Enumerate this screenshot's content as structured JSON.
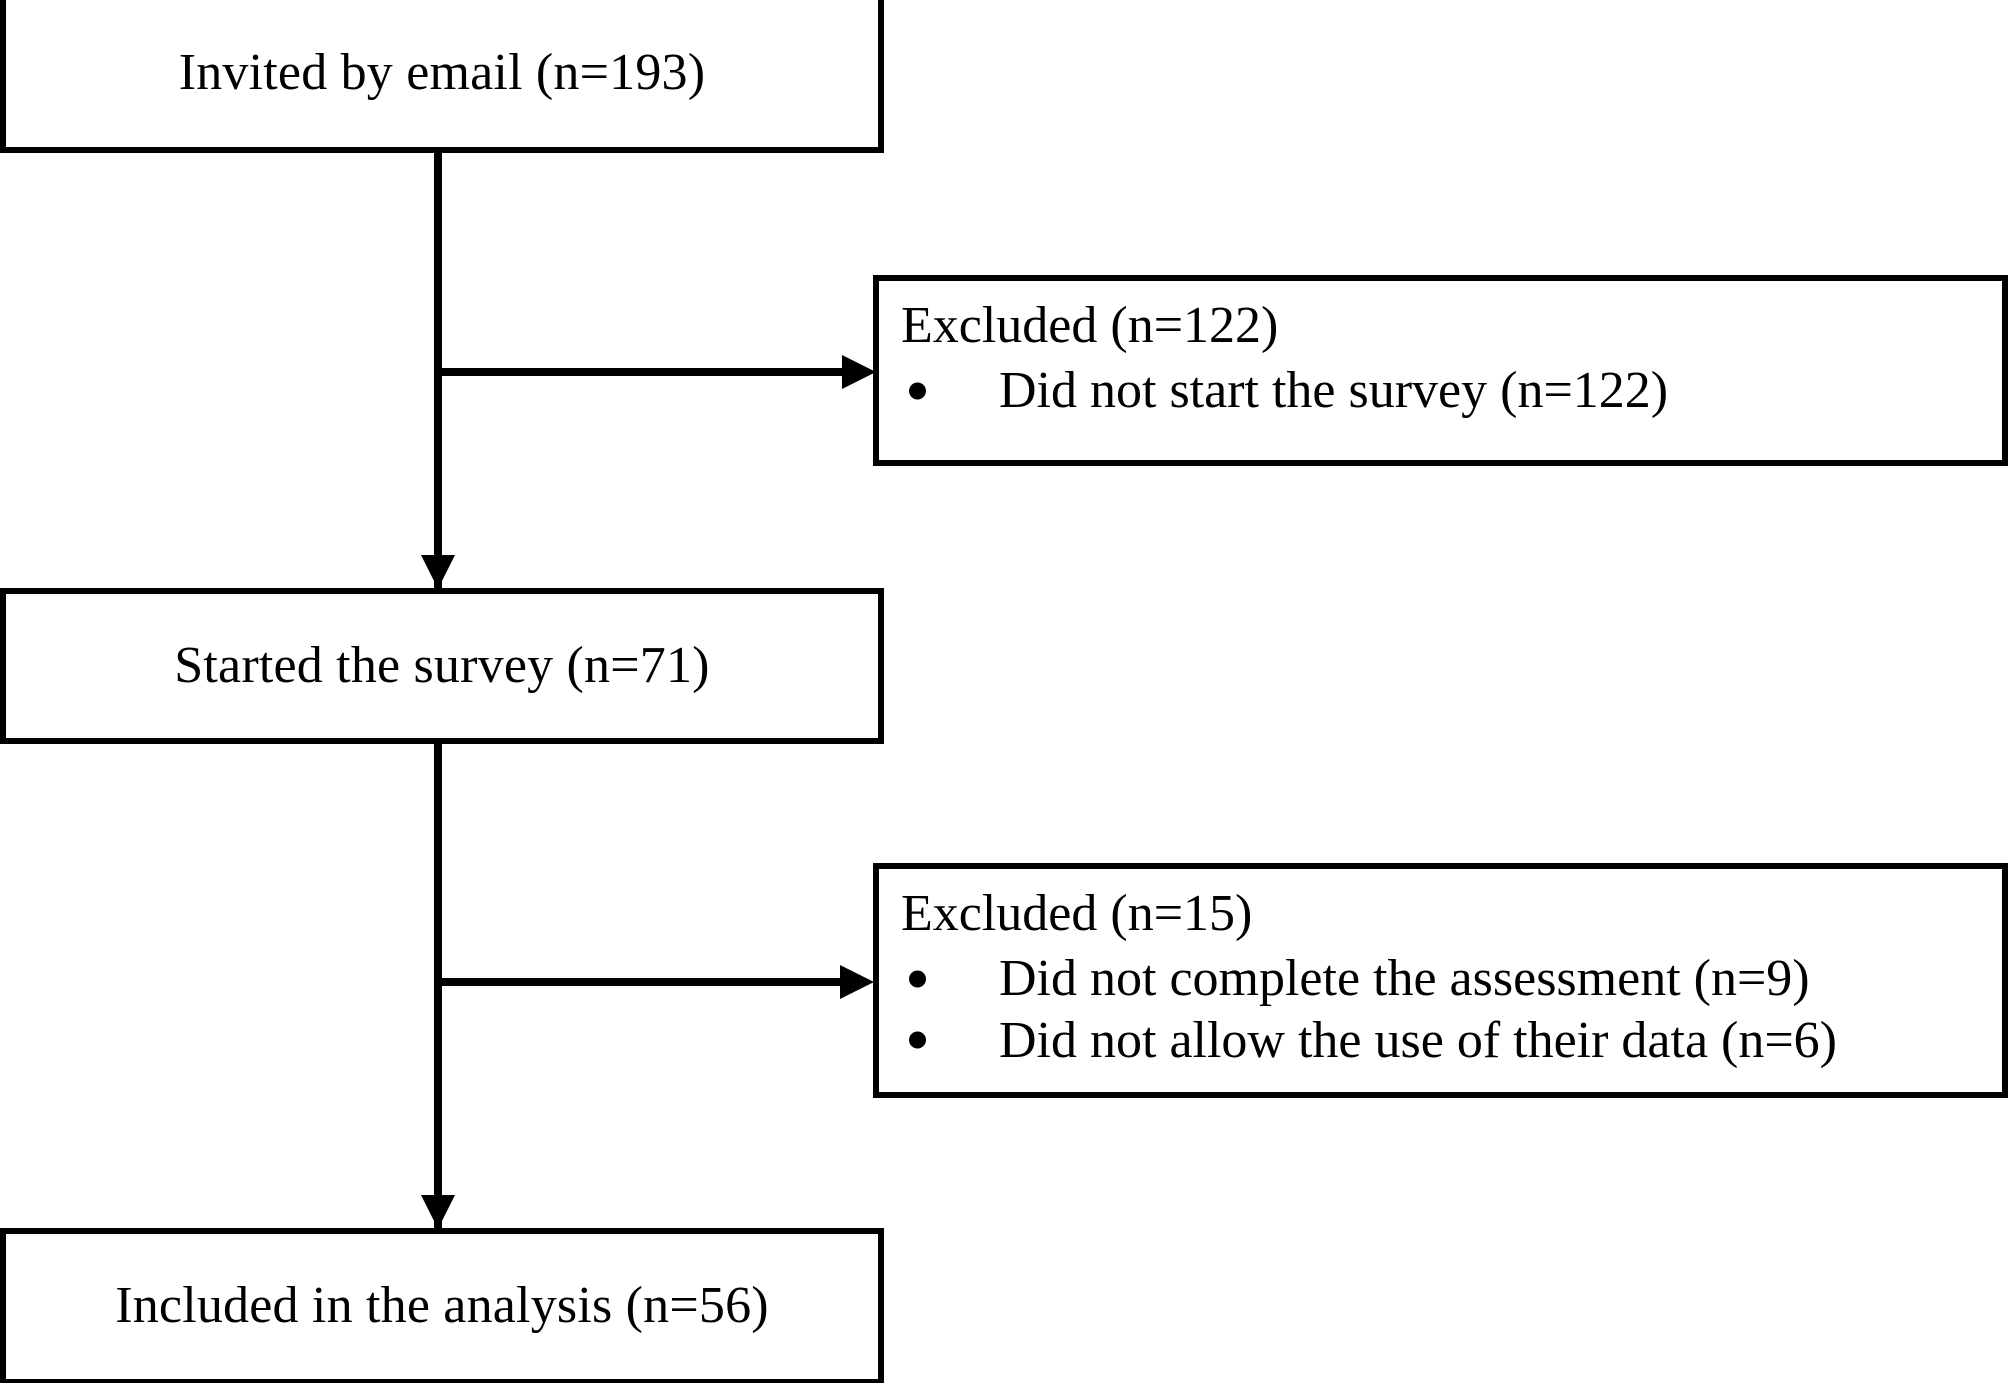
{
  "diagram": {
    "type": "participant-flow-diagram",
    "nodes": {
      "invited": {
        "label": "Invited by email (n=193)"
      },
      "started": {
        "label": "Started the survey (n=71)"
      },
      "included": {
        "label": "Included in the analysis (n=56)"
      },
      "excluded_1": {
        "title": "Excluded (n=122)",
        "items": [
          "Did not start the survey (n=122)"
        ]
      },
      "excluded_2": {
        "title": "Excluded (n=15)",
        "items": [
          "Did not complete the assessment (n=9)",
          "Did not allow the use of their data (n=6)"
        ]
      }
    },
    "colors": {
      "stroke": "#000000",
      "fill": "#ffffff",
      "text": "#000000"
    }
  },
  "chart_data": {
    "type": "diagram",
    "title": "",
    "flow": [
      {
        "stage": "Invited by email",
        "n": 193
      },
      {
        "stage": "Excluded – Did not start the survey",
        "n": 122
      },
      {
        "stage": "Started the survey",
        "n": 71
      },
      {
        "stage": "Excluded – Did not complete the assessment",
        "n": 9
      },
      {
        "stage": "Excluded – Did not allow the use of their data",
        "n": 6
      },
      {
        "stage": "Included in the analysis",
        "n": 56
      }
    ]
  }
}
